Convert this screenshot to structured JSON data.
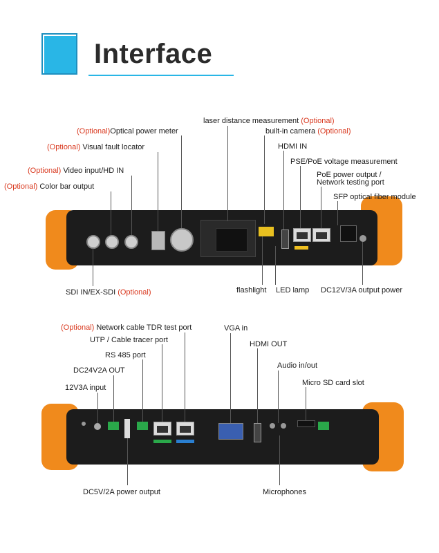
{
  "title": "Interface",
  "colors": {
    "accent_blue": "#29b6e6",
    "optional_red": "#d9381e",
    "bumper_orange": "#f08a1c",
    "device_dark": "#1c1c1c"
  },
  "top_panel": {
    "labels": {
      "laser_text": "laser distance measurement",
      "laser_optional": "(Optional)",
      "camera_text": "built-in camera",
      "camera_optional": "(Optional)",
      "opm_optional": "(Optional)",
      "opm_text": "Optical power meter",
      "vfl_optional": "(Optional)",
      "vfl_text": "Visual fault locator",
      "hdmi_in": "HDMI IN",
      "pse": "PSE/PoE voltage measurement",
      "video_optional": "(Optional)",
      "video_text": "Video input/HD IN",
      "poe_out_1": "PoE power output /",
      "poe_out_2": "Network testing port",
      "colorbar_optional": "(Optional)",
      "colorbar_text": "Color bar output",
      "sfp": "SFP optical fiber module",
      "sdi_text": "SDI IN/EX-SDI",
      "sdi_optional": "(Optional)",
      "flashlight": "flashlight",
      "led": "LED lamp",
      "dc12": "DC12V/3A output power"
    }
  },
  "bottom_panel": {
    "labels": {
      "tdr_optional": "(Optional)",
      "tdr_text": "Network cable TDR test port",
      "vga_in": "VGA in",
      "utp": "UTP / Cable tracer port",
      "hdmi_out": "HDMI OUT",
      "rs485": "RS 485 port",
      "audio": "Audio in/out",
      "dc24": "DC24V2A OUT",
      "microsd": "Micro SD card slot",
      "dc12in": "12V3A input",
      "dc5": "DC5V/2A power output",
      "mics": "Microphones"
    }
  }
}
